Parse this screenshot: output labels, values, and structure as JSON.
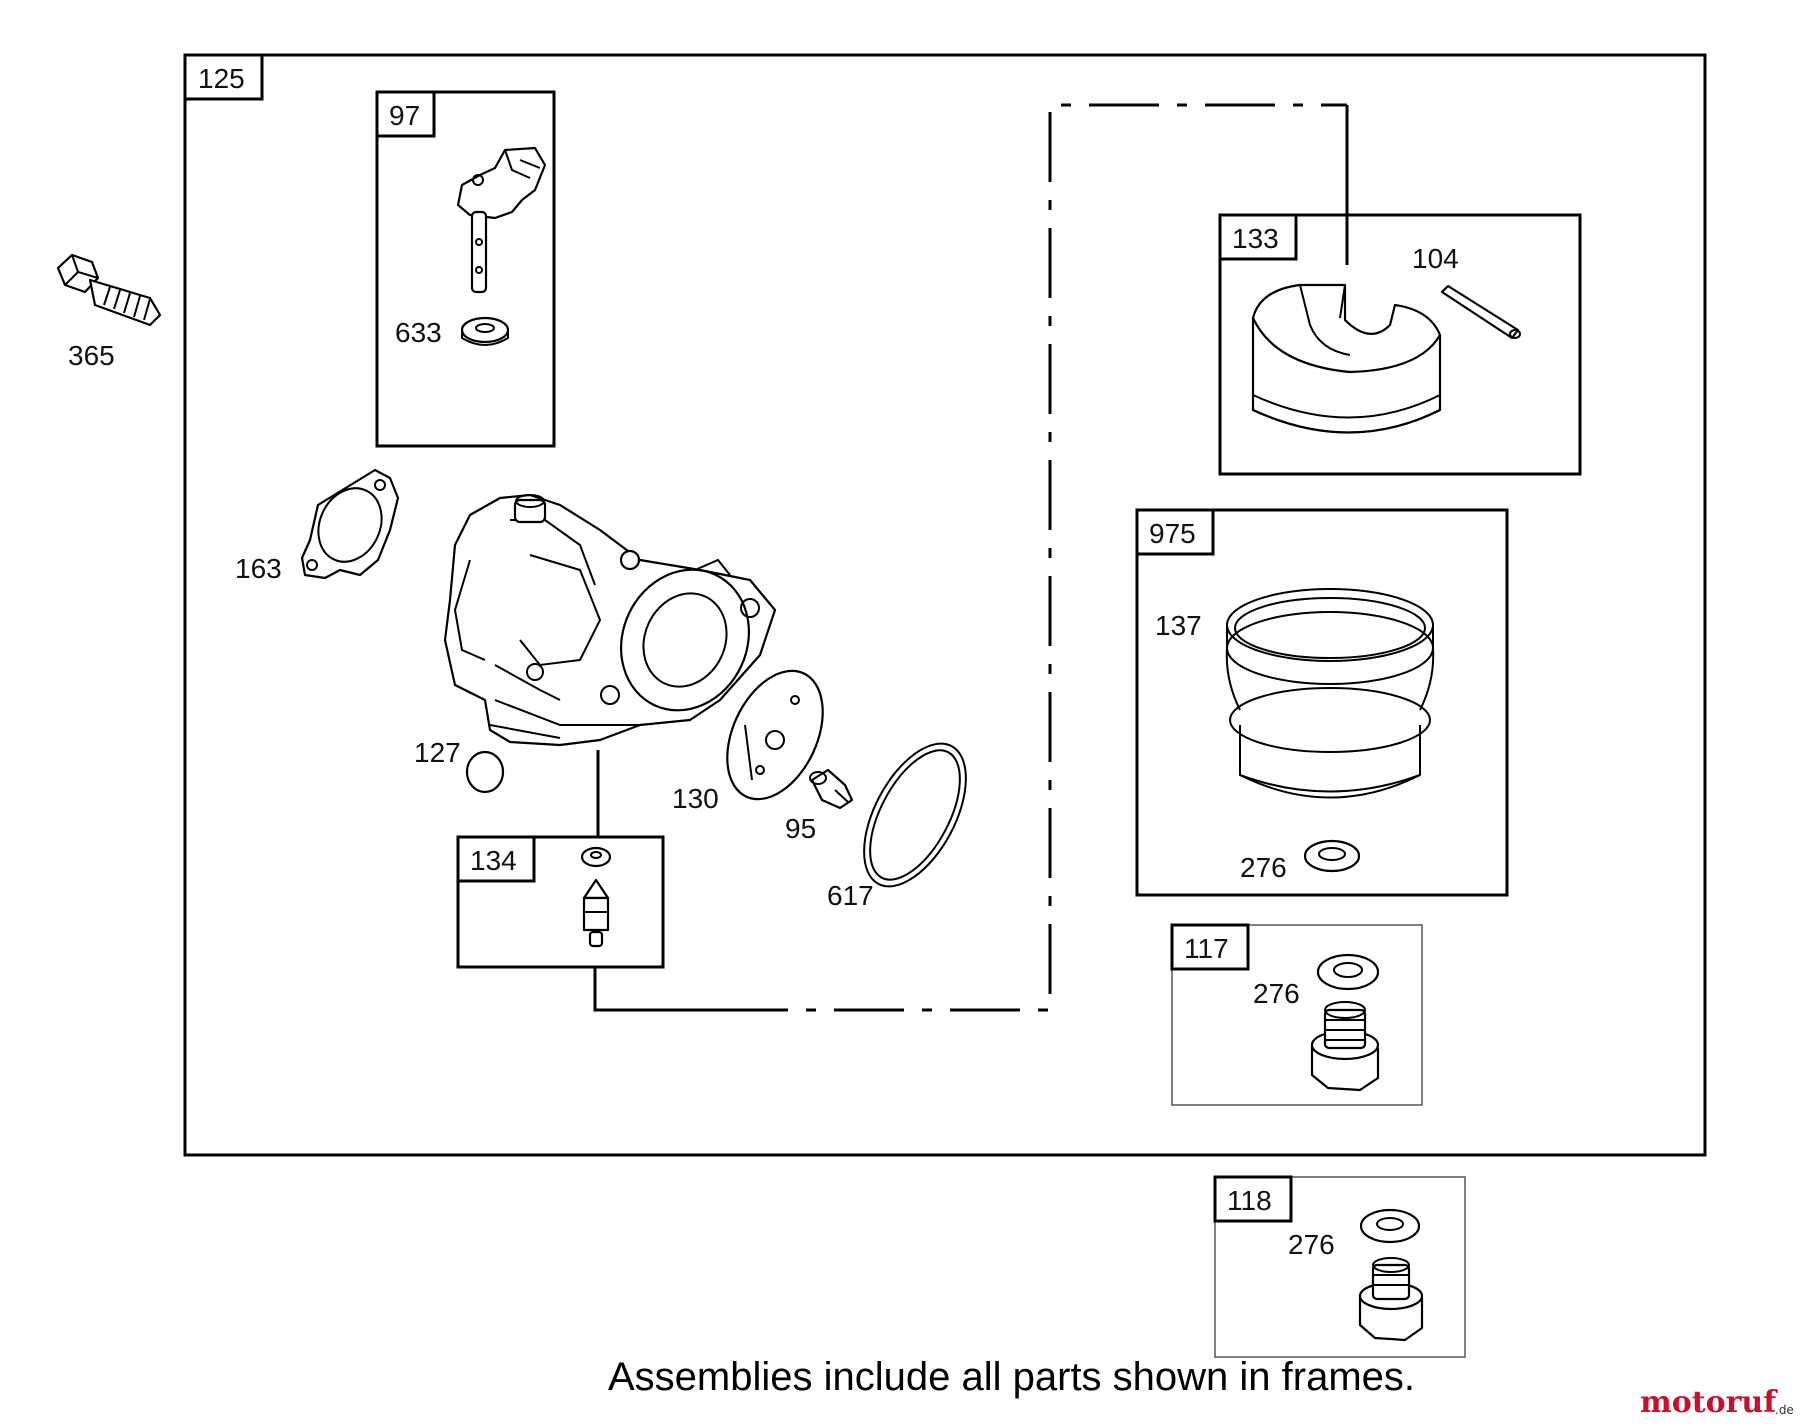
{
  "diagram": {
    "frame_labels": {
      "f125": "125",
      "f97": "97",
      "f133": "133",
      "f975": "975",
      "f117": "117",
      "f134": "134",
      "f118": "118"
    },
    "part_labels": {
      "p365": "365",
      "p633": "633",
      "p104": "104",
      "p163": "163",
      "p137": "137",
      "p127": "127",
      "p130": "130",
      "p95": "95",
      "p617": "617",
      "p276a": "276",
      "p276b": "276",
      "p276c": "276"
    },
    "caption": "Assemblies include all parts shown in frames.",
    "watermark": {
      "main": "motoruf",
      "suffix": ".de",
      "colors": [
        "#c8102e",
        "#1a3c8c"
      ]
    }
  }
}
